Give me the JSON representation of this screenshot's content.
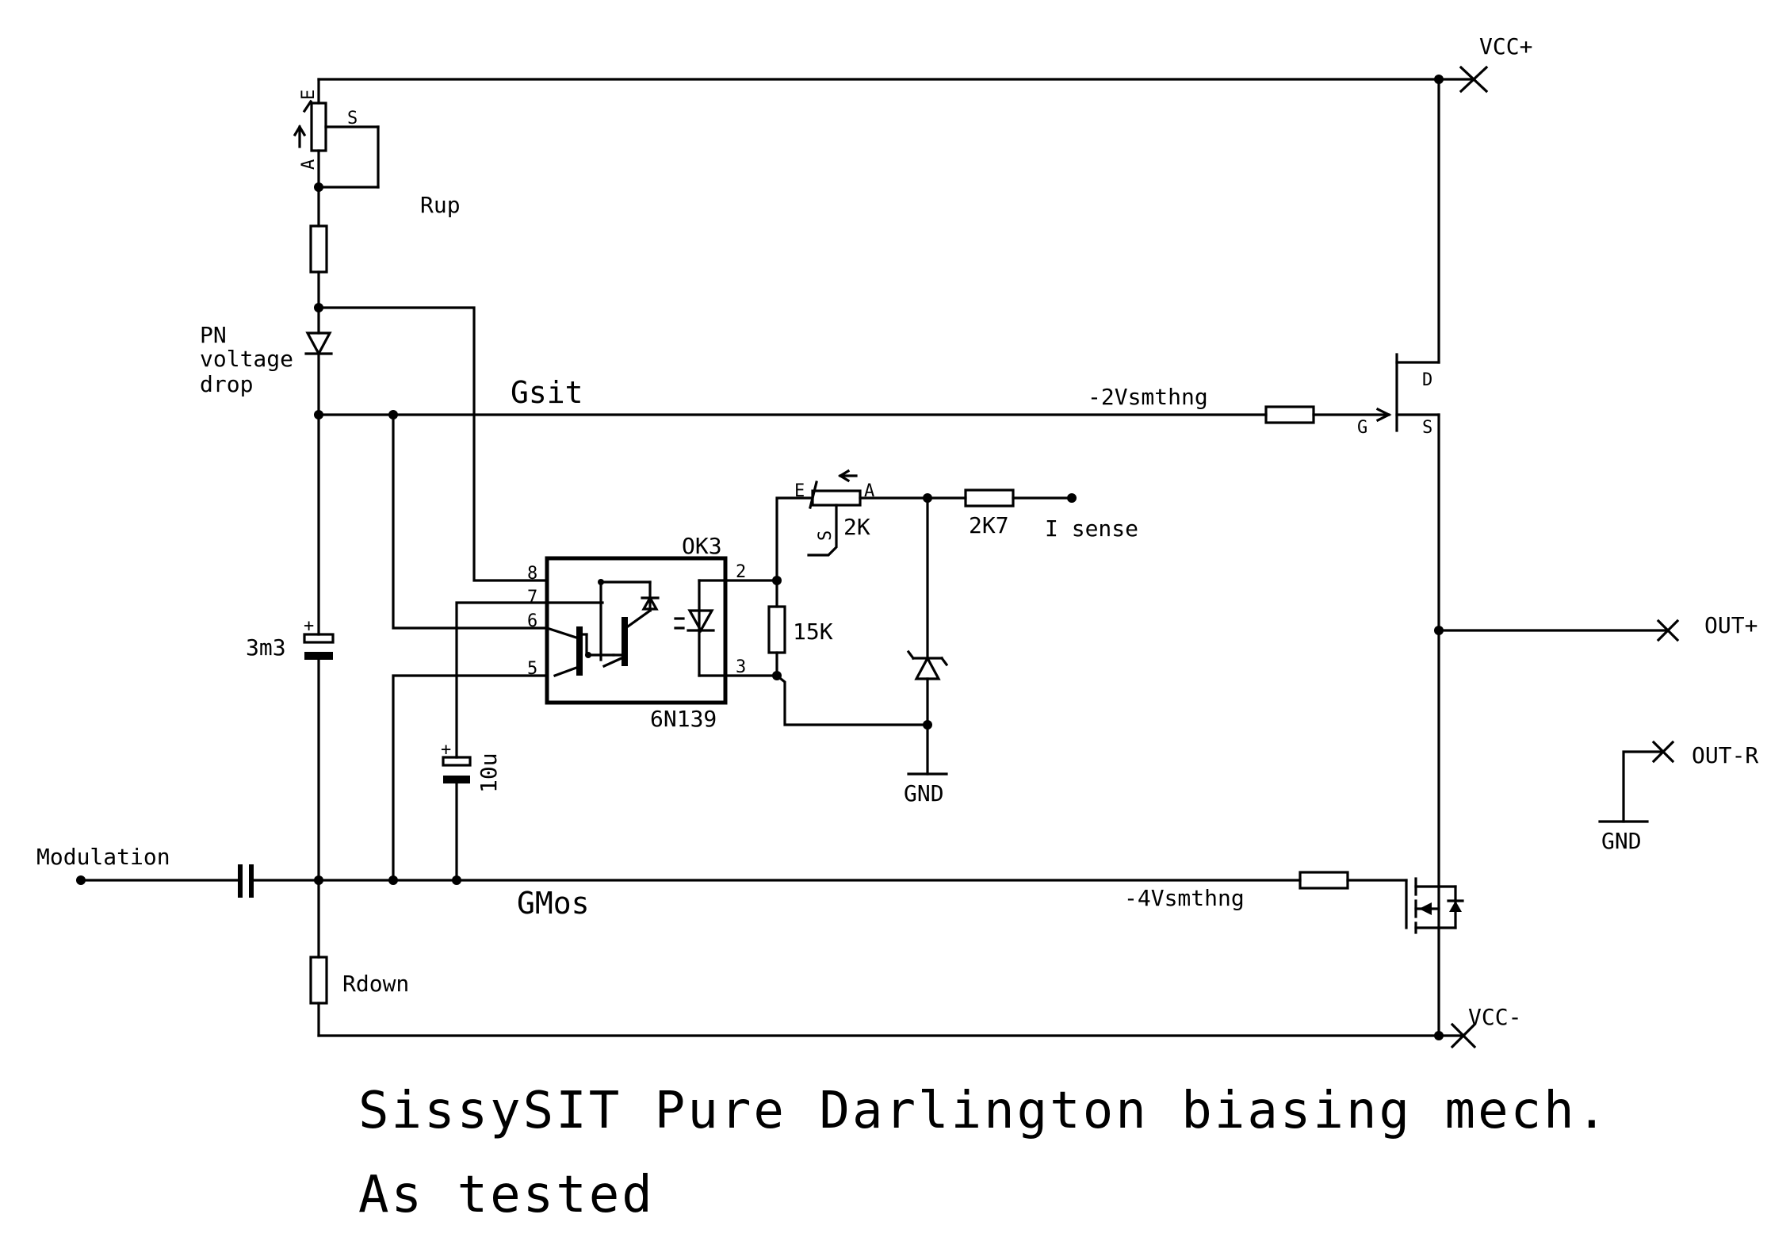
{
  "labels": {
    "vcc_plus": "VCC+",
    "vcc_minus": "VCC-",
    "out_plus": "OUT+",
    "out_r": "OUT-R",
    "gnd": "GND",
    "rup": "Rup",
    "rdown": "Rdown",
    "pn": "PN",
    "voltage": "voltage",
    "drop": "drop",
    "gsit": "Gsit",
    "gmos": "GMos",
    "neg2": "-2Vsmthng",
    "neg4": "-4Vsmthng",
    "ok3": "OK3",
    "chip": "6N139",
    "c3m3": "3m3",
    "c10u": "10u",
    "r15k": "15K",
    "r2k": "2K",
    "r2k7": "2K7",
    "isense": "I sense",
    "modulation": "Modulation",
    "plus": "+",
    "pot_e": "E",
    "pot_a": "A",
    "pot_s": "S",
    "fet_d": "D",
    "fet_g": "G",
    "fet_s": "S",
    "pins": [
      "8",
      "7",
      "6",
      "5",
      "2",
      "3"
    ]
  },
  "title": {
    "line1": "SissySIT Pure Darlington biasing mech.",
    "line2": "As tested"
  }
}
